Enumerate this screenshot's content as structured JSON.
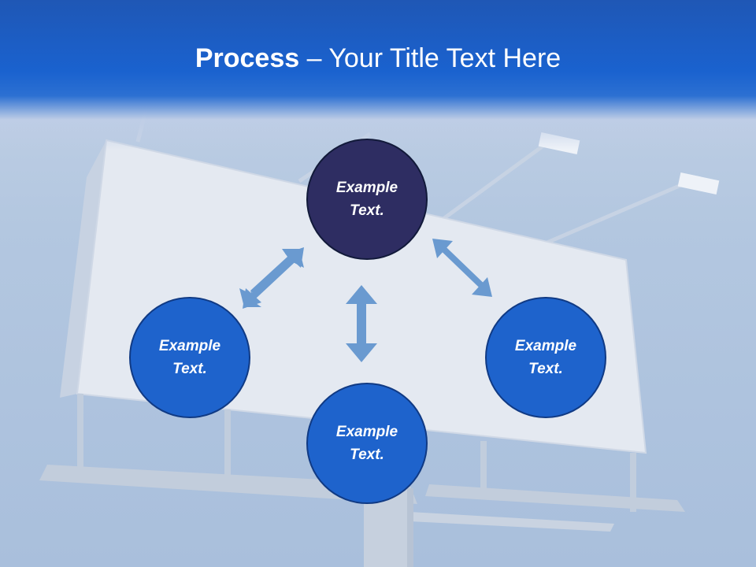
{
  "title": {
    "bold": "Process",
    "rest": " – Your Title Text Here"
  },
  "nodes": {
    "top": "Example Text.",
    "left": "Example Text.",
    "right": "Example Text.",
    "bottom": "Example Text."
  },
  "colors": {
    "header": "#1a5fcc",
    "node_dark": "#2e2d62",
    "node_blue": "#1e63cc",
    "arrow": "#6a9ad0"
  }
}
